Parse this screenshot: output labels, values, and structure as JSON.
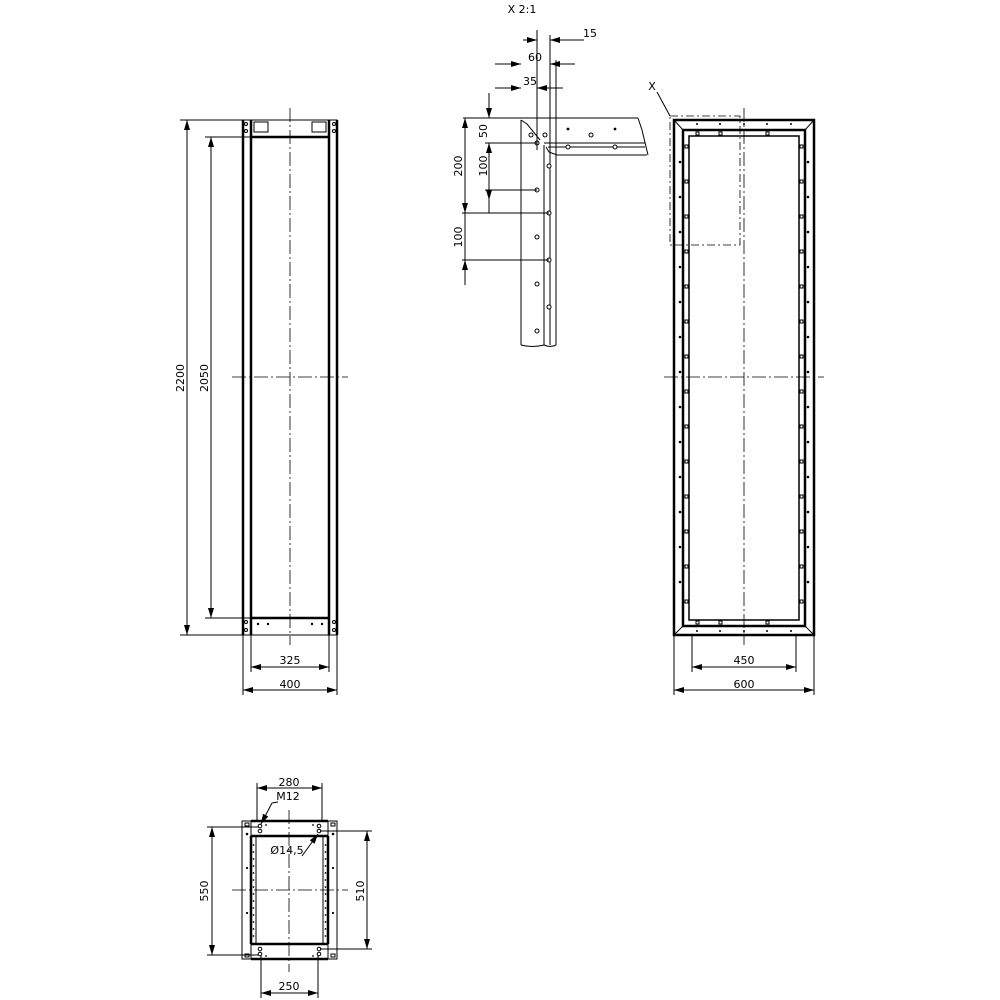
{
  "drawing": {
    "type": "technical-drawing",
    "subject": "enclosure frame dimensions",
    "views": {
      "side_view": {
        "height_outer": "2200",
        "height_inner": "2050",
        "width_inner": "325",
        "width_outer": "400"
      },
      "detail_x": {
        "label": "X 2:1",
        "dims_horizontal": [
          "15",
          "60",
          "35"
        ],
        "dims_vertical": [
          "50",
          "200",
          "100",
          "100"
        ]
      },
      "front_view": {
        "detail_marker": "X",
        "width_inner": "450",
        "width_outer": "600"
      },
      "plan_view": {
        "width_top": "280",
        "thread_label": "M12",
        "hole_label": "Ø14,5",
        "depth_outer": "550",
        "depth_inner": "510",
        "width_bottom": "250"
      }
    }
  }
}
